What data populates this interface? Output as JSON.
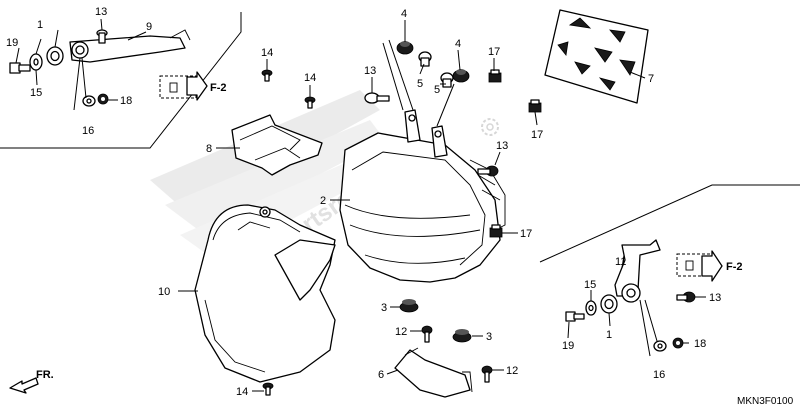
{
  "diagram": {
    "code": "MKN3F0100",
    "direction_label": "FR.",
    "watermark_text": "Partsrepublik",
    "callouts": {
      "c1": "1",
      "c2": "2",
      "c3": "3",
      "c4": "4",
      "c5": "5",
      "c6": "6",
      "c7": "7",
      "c8": "8",
      "c9": "9",
      "c10": "10",
      "c11": "11",
      "c12": "12",
      "c13": "13",
      "c14": "14",
      "c15": "15",
      "c16": "16",
      "c17": "17",
      "c18": "18",
      "c19": "19"
    },
    "figure_refs": {
      "f2": "F-2"
    },
    "colors": {
      "line": "#000000",
      "background": "#ffffff",
      "watermark": "#c8c8c8"
    }
  }
}
